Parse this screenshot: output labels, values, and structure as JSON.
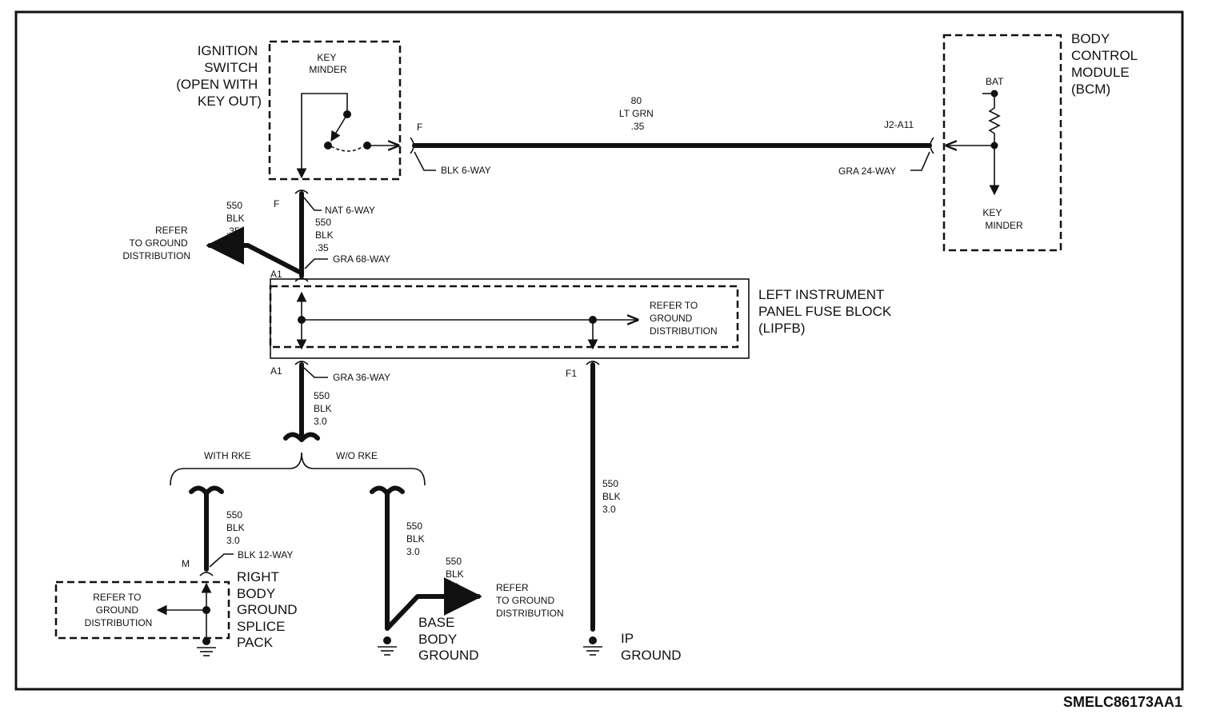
{
  "components": {
    "ignition_switch": {
      "label": [
        "IGNITION",
        "SWITCH",
        "(OPEN WITH",
        "KEY OUT)"
      ],
      "inner": [
        "KEY",
        "MINDER"
      ]
    },
    "bcm": {
      "label": [
        "BODY",
        "CONTROL",
        "MODULE",
        "(BCM)"
      ],
      "bat": "BAT",
      "inner": [
        "KEY",
        "MINDER"
      ]
    },
    "lipfb": {
      "label": [
        "LEFT INSTRUMENT",
        "PANEL FUSE BLOCK",
        "(LIPFB)"
      ],
      "refer": [
        "REFER TO",
        "GROUND",
        "DISTRIBUTION"
      ]
    },
    "right_body_ground": {
      "label": [
        "RIGHT",
        "BODY",
        "GROUND",
        "SPLICE",
        "PACK"
      ],
      "refer": [
        "REFER TO",
        "GROUND",
        "DISTRIBUTION"
      ]
    },
    "base_body_ground": {
      "label": [
        "BASE",
        "BODY",
        "GROUND"
      ]
    },
    "ip_ground": {
      "label": [
        "IP",
        "GROUND"
      ]
    }
  },
  "wires": {
    "top": [
      "80",
      "LT GRN",
      ".35"
    ],
    "ign_down": [
      "550",
      "BLK",
      ".35"
    ],
    "branch_left": [
      "550",
      "BLK",
      ".35"
    ],
    "lipfb_down": [
      "550",
      "BLK",
      "3.0"
    ],
    "with_rke": [
      "550",
      "BLK",
      "3.0"
    ],
    "wo_rke": [
      "550",
      "BLK",
      "3.0"
    ],
    "base_branch": [
      "550",
      "BLK",
      "3.0"
    ],
    "ip": [
      "550",
      "BLK",
      "3.0"
    ]
  },
  "connectors": {
    "ign_f": "F",
    "blk6": "BLK 6-WAY",
    "j2": "J2-A11",
    "gra24": "GRA 24-WAY",
    "f_top": "F",
    "nat6": "NAT 6-WAY",
    "a1_top": "A1",
    "gra68": "GRA 68-WAY",
    "a1_bottom": "A1",
    "gra36": "GRA 36-WAY",
    "f1": "F1",
    "m": "M",
    "blk12": "BLK 12-WAY"
  },
  "refers": {
    "left": [
      "REFER",
      "TO GROUND",
      "DISTRIBUTION"
    ],
    "base": [
      "REFER",
      "TO GROUND",
      "DISTRIBUTION"
    ]
  },
  "options": {
    "with_rke": "WITH RKE",
    "wo_rke": "W/O RKE"
  },
  "diagram_code": "SMELC86173AA1"
}
